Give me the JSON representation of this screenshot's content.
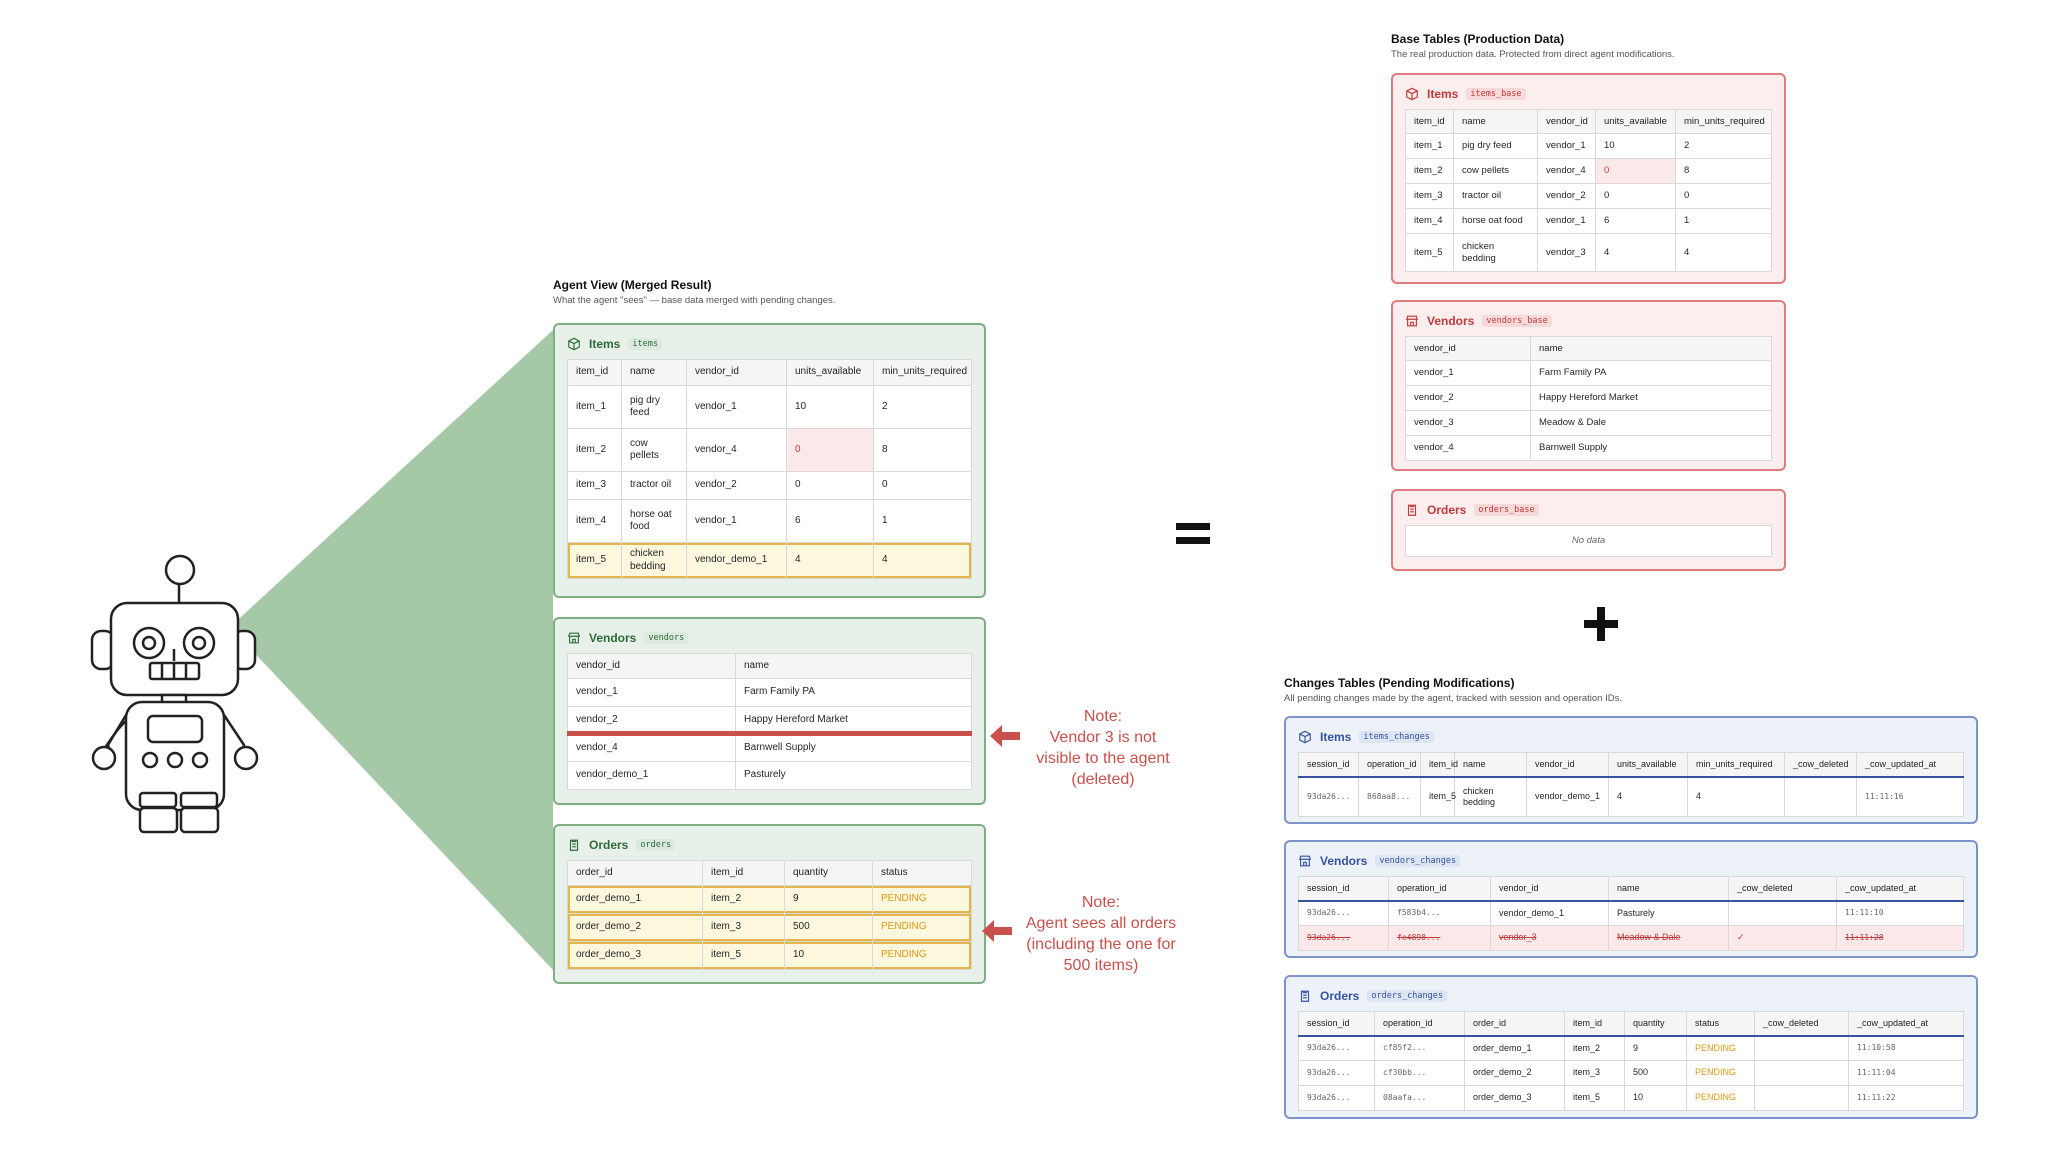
{
  "agent_view": {
    "title": "Agent View (Merged Result)",
    "subtitle": "What the agent \"sees\" — base data merged with pending changes.",
    "items": {
      "label": "Items",
      "code": "items",
      "columns": [
        "item_id",
        "name",
        "vendor_id",
        "units_available",
        "min_units_required"
      ],
      "rows": [
        [
          "item_1",
          "pig dry feed",
          "vendor_1",
          "10",
          "2"
        ],
        [
          "item_2",
          "cow pellets",
          "vendor_4",
          "0",
          "8"
        ],
        [
          "item_3",
          "tractor oil",
          "vendor_2",
          "0",
          "0"
        ],
        [
          "item_4",
          "horse oat food",
          "vendor_1",
          "6",
          "1"
        ],
        [
          "item_5",
          "chicken bedding",
          "vendor_demo_1",
          "4",
          "4"
        ]
      ]
    },
    "vendors": {
      "label": "Vendors",
      "code": "vendors",
      "columns": [
        "vendor_id",
        "name"
      ],
      "rows": [
        [
          "vendor_1",
          "Farm Family PA"
        ],
        [
          "vendor_2",
          "Happy Hereford Market"
        ],
        [
          "vendor_4",
          "Barnwell Supply"
        ],
        [
          "vendor_demo_1",
          "Pasturely"
        ]
      ]
    },
    "orders": {
      "label": "Orders",
      "code": "orders",
      "columns": [
        "order_id",
        "item_id",
        "quantity",
        "status"
      ],
      "rows": [
        [
          "order_demo_1",
          "item_2",
          "9",
          "PENDING"
        ],
        [
          "order_demo_2",
          "item_3",
          "500",
          "PENDING"
        ],
        [
          "order_demo_3",
          "item_5",
          "10",
          "PENDING"
        ]
      ]
    }
  },
  "operators": {
    "equals": "=",
    "plus": "+"
  },
  "notes": {
    "vendor": [
      "Note:",
      "Vendor 3 is not",
      "visible to the agent",
      "(deleted)"
    ],
    "orders": [
      "Note:",
      "Agent sees all orders",
      "(including the one for",
      "500 items)"
    ]
  },
  "base_tables": {
    "title": "Base Tables (Production Data)",
    "subtitle": "The real production data. Protected from direct agent modifications.",
    "items": {
      "label": "Items",
      "code": "items_base",
      "columns": [
        "item_id",
        "name",
        "vendor_id",
        "units_available",
        "min_units_required"
      ],
      "rows": [
        [
          "item_1",
          "pig dry feed",
          "vendor_1",
          "10",
          "2"
        ],
        [
          "item_2",
          "cow pellets",
          "vendor_4",
          "0",
          "8"
        ],
        [
          "item_3",
          "tractor oil",
          "vendor_2",
          "0",
          "0"
        ],
        [
          "item_4",
          "horse oat food",
          "vendor_1",
          "6",
          "1"
        ],
        [
          "item_5",
          "chicken bedding",
          "vendor_3",
          "4",
          "4"
        ]
      ]
    },
    "vendors": {
      "label": "Vendors",
      "code": "vendors_base",
      "columns": [
        "vendor_id",
        "name"
      ],
      "rows": [
        [
          "vendor_1",
          "Farm Family PA"
        ],
        [
          "vendor_2",
          "Happy Hereford Market"
        ],
        [
          "vendor_3",
          "Meadow & Dale"
        ],
        [
          "vendor_4",
          "Barnwell Supply"
        ]
      ]
    },
    "orders": {
      "label": "Orders",
      "code": "orders_base",
      "no_data": "No data"
    }
  },
  "changes_tables": {
    "title": "Changes Tables (Pending Modifications)",
    "subtitle": "All pending changes made by the agent, tracked with session and operation IDs.",
    "items": {
      "label": "Items",
      "code": "items_changes",
      "columns": [
        "session_id",
        "operation_id",
        "item_id",
        "name",
        "vendor_id",
        "units_available",
        "min_units_required",
        "_cow_deleted",
        "_cow_updated_at"
      ],
      "rows": [
        [
          "93da26...",
          "868aa8...",
          "item_5",
          "chicken bedding",
          "vendor_demo_1",
          "4",
          "4",
          "",
          "11:11:16"
        ]
      ]
    },
    "vendors": {
      "label": "Vendors",
      "code": "vendors_changes",
      "columns": [
        "session_id",
        "operation_id",
        "vendor_id",
        "name",
        "_cow_deleted",
        "_cow_updated_at"
      ],
      "rows": [
        [
          "93da26...",
          "f583b4...",
          "vendor_demo_1",
          "Pasturely",
          "",
          "11:11:10"
        ],
        [
          "93da26...",
          "fe4898...",
          "vendor_3",
          "Meadow & Dale",
          "✓",
          "11:11:28"
        ]
      ]
    },
    "orders": {
      "label": "Orders",
      "code": "orders_changes",
      "columns": [
        "session_id",
        "operation_id",
        "order_id",
        "item_id",
        "quantity",
        "status",
        "_cow_deleted",
        "_cow_updated_at"
      ],
      "rows": [
        [
          "93da26...",
          "cf85f2...",
          "order_demo_1",
          "item_2",
          "9",
          "PENDING",
          "",
          "11:10:58"
        ],
        [
          "93da26...",
          "cf30bb...",
          "order_demo_2",
          "item_3",
          "500",
          "PENDING",
          "",
          "11:11:04"
        ],
        [
          "93da26...",
          "08aafa...",
          "order_demo_3",
          "item_5",
          "10",
          "PENDING",
          "",
          "11:11:22"
        ]
      ]
    }
  }
}
